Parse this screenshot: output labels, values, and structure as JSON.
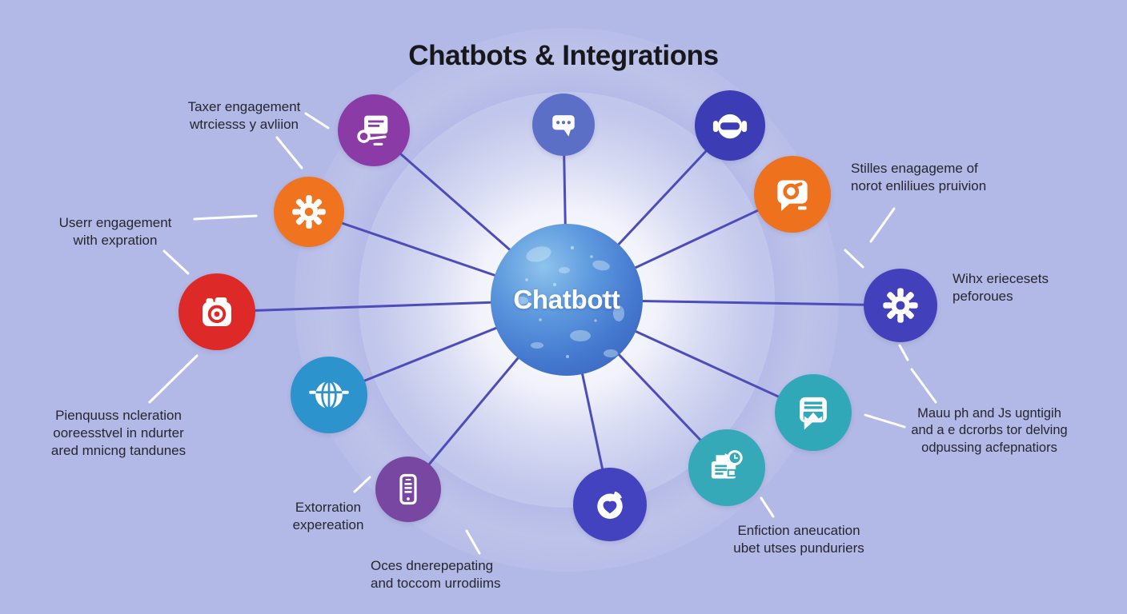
{
  "title": "Chatbots & Integrations",
  "center": {
    "label": "Chatbott"
  },
  "colors": {
    "background": "#b3b9e6",
    "connector_line": "#4c4cba",
    "leader_line": "#ffffff",
    "label_text": "#26262e",
    "title_text": "#17171c",
    "sphere_blue": "#4a7ecf"
  },
  "nodes": [
    {
      "id": "document-signature",
      "icon": "document-signature-icon",
      "color": "#8b3ba5"
    },
    {
      "id": "chat-dots",
      "icon": "chat-dots-icon",
      "color": "#5c6fc6"
    },
    {
      "id": "bot-headset",
      "icon": "bot-headset-icon",
      "color": "#3c3cb4"
    },
    {
      "id": "gear-left",
      "icon": "gear-icon",
      "color": "#f0731f"
    },
    {
      "id": "chat-search",
      "icon": "chat-search-icon",
      "color": "#ee711d"
    },
    {
      "id": "camera",
      "icon": "camera-icon",
      "color": "#dd2a28"
    },
    {
      "id": "gear-right",
      "icon": "gear-icon",
      "color": "#4240ba"
    },
    {
      "id": "globe",
      "icon": "globe-icon",
      "color": "#2d93cc"
    },
    {
      "id": "chat-crown",
      "icon": "chat-crown-icon",
      "color": "#31a8b8"
    },
    {
      "id": "fax-clock",
      "icon": "fax-clock-icon",
      "color": "#35a9b8"
    },
    {
      "id": "smartphone",
      "icon": "smartphone-icon",
      "color": "#7747a2"
    },
    {
      "id": "chat-swirl",
      "icon": "chat-swirl-icon",
      "color": "#4343c0"
    }
  ],
  "labels": {
    "taxer": "Taxer engagement\nwtrciesss y avliion",
    "userr": "Userr engagement\nwith expration",
    "pienquss": "Pienquuss ncleration\nooreesstvel in ndurter\nared mnicng tandunes",
    "extorration": "Extorration\nexpereation",
    "oces": "Oces dnerepepating\nand toccom urrodiims",
    "stilles": "Stilles enagageme of\nnorot enliliues pruivion",
    "wihx": "Wihx eriecesets\npeforoues",
    "mauu": "Mauu ph and Js ugntigih\nand a e dcrorbs tor delving\nodpussing acfepnatiors",
    "enfiction": "Enfiction aneucation\nubet utses punduriers"
  }
}
